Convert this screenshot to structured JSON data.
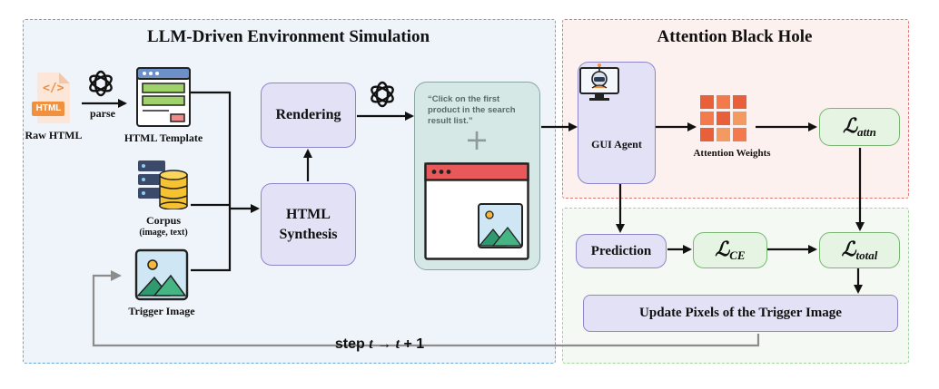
{
  "panels": {
    "simulation_title": "LLM-Driven Environment Simulation",
    "blackhole_title": "Attention Black Hole"
  },
  "inputs": {
    "html_badge": "HTML",
    "code_glyph": "</>",
    "raw_html": "Raw HTML",
    "parse": "parse",
    "html_template": "HTML Template",
    "corpus": "Corpus",
    "corpus_sub": "(image, text)",
    "trigger_image": "Trigger Image"
  },
  "boxes": {
    "rendering": "Rendering",
    "html_synthesis_1": "HTML",
    "html_synthesis_2": "Synthesis",
    "gui_agent": "GUI Agent",
    "attention_weights": "Attention Weights",
    "prediction": "Prediction",
    "update_pixels": "Update Pixels of the Trigger Image"
  },
  "screen": {
    "instruction": "“Click on the first product in the search result list.”",
    "plus": "+"
  },
  "losses": {
    "symbol": "ℒ",
    "attn": "attn",
    "ce": "CE",
    "total": "total"
  },
  "step": {
    "prefix": "step ",
    "t1": "t",
    "arrow": " → ",
    "t2": "t",
    "suffix": " + 1"
  },
  "colors": {
    "sim_border": "#6aa6d8",
    "sim_fill": "#eef4fa",
    "bh_border": "#e07a70",
    "bh_fill": "#fdf1ef",
    "opt_border": "#9fd59a",
    "opt_fill": "#f4faf3",
    "box_purple": "#e3e1f6",
    "box_green": "#e6f5e3",
    "attention_grid": "#e8603a"
  }
}
